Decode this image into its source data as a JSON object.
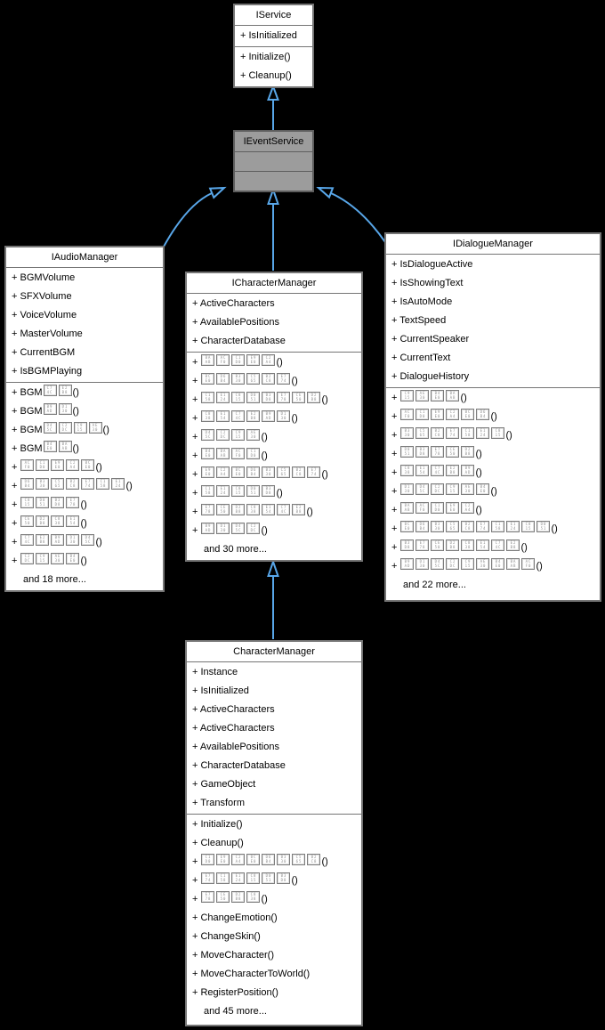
{
  "colors": {
    "background": "#000000",
    "arrow": "#58a6e8",
    "node_fill": "#ffffff",
    "node_border": "#757575",
    "event_service_fill": "#9c9c9c"
  },
  "relations": [
    {
      "from": "IEventService",
      "to": "IService",
      "type": "inheritance"
    },
    {
      "from": "IAudioManager",
      "to": "IEventService",
      "type": "inheritance"
    },
    {
      "from": "ICharacterManager",
      "to": "IEventService",
      "type": "inheritance"
    },
    {
      "from": "IDialogueManager",
      "to": "IEventService",
      "type": "inheritance"
    },
    {
      "from": "CharacterManager",
      "to": "ICharacterManager",
      "type": "inheritance"
    }
  ],
  "glyph_hex": [
    "C74C",
    "E2B8",
    "B9AD",
    "D130",
    "D45C",
    "C2DC",
    "C915",
    "AE30",
    "B4E0",
    "BAAB",
    "ACF0",
    "C1D0",
    "E9E0",
    "C2A4",
    "BCE0",
    "D6B4",
    "B330",
    "C565",
    "B2C8",
    "E774",
    "C158",
    "E124",
    "C815",
    "D051",
    "B3D8",
    "E778",
    "CE50",
    "D2B8",
    "C838",
    "E154"
  ],
  "classes": {
    "iservice": {
      "title": "IService",
      "attributes": [
        "+ IsInitialized"
      ],
      "methods": [
        "+ Initialize()",
        "+ Cleanup()"
      ]
    },
    "ieventservice": {
      "title": "IEventService"
    },
    "iaudiomanager": {
      "title": "IAudioManager",
      "attributes": [
        "+ BGMVolume",
        "+ SFXVolume",
        "+ VoiceVolume",
        "+ MasterVolume",
        "+ CurrentBGM",
        "+ IsBGMPlaying"
      ],
      "methods": [
        {
          "pre": "+ BGM",
          "boxes": 2,
          "post": "()"
        },
        {
          "pre": "+ BGM",
          "boxes": 2,
          "post": "()"
        },
        {
          "pre": "+ BGM",
          "boxes": 4,
          "post": "()"
        },
        {
          "pre": "+ BGM",
          "boxes": 2,
          "post": "()"
        },
        {
          "pre": "+ ",
          "boxes": 5,
          "post": "()"
        },
        {
          "pre": "+ ",
          "boxes": 7,
          "post": "()"
        },
        {
          "pre": "+ ",
          "boxes": 4,
          "post": "()"
        },
        {
          "pre": "+ ",
          "boxes": 4,
          "post": "()"
        },
        {
          "pre": "+ ",
          "boxes": 5,
          "post": "()"
        },
        {
          "pre": "+ ",
          "boxes": 4,
          "post": "()"
        },
        "and 18 more..."
      ]
    },
    "icharactermanager": {
      "title": "ICharacterManager",
      "attributes": [
        "+ ActiveCharacters",
        "+ AvailablePositions",
        "+ CharacterDatabase"
      ],
      "methods": [
        {
          "pre": "+ ",
          "boxes": 5,
          "post": "()"
        },
        {
          "pre": "+ ",
          "boxes": 6,
          "post": "()"
        },
        {
          "pre": "+ ",
          "boxes": 8,
          "post": "()"
        },
        {
          "pre": "+ ",
          "boxes": 6,
          "post": "()"
        },
        {
          "pre": "+ ",
          "boxes": 4,
          "post": "()"
        },
        {
          "pre": "+ ",
          "boxes": 4,
          "post": "()"
        },
        {
          "pre": "+ ",
          "boxes": 8,
          "post": "()"
        },
        {
          "pre": "+ ",
          "boxes": 5,
          "post": "()"
        },
        {
          "pre": "+ ",
          "boxes": 7,
          "post": "()"
        },
        {
          "pre": "+ ",
          "boxes": 4,
          "post": "()"
        },
        "and 30 more..."
      ]
    },
    "idialoguemanager": {
      "title": "IDialogueManager",
      "attributes": [
        "+ IsDialogueActive",
        "+ IsShowingText",
        "+ IsAutoMode",
        "+ TextSpeed",
        "+ CurrentSpeaker",
        "+ CurrentText",
        "+ DialogueHistory"
      ],
      "methods": [
        {
          "pre": "+ ",
          "boxes": 4,
          "post": "()"
        },
        {
          "pre": "+ ",
          "boxes": 6,
          "post": "()"
        },
        {
          "pre": "+ ",
          "boxes": 7,
          "post": "()"
        },
        {
          "pre": "+ ",
          "boxes": 5,
          "post": "()"
        },
        {
          "pre": "+ ",
          "boxes": 5,
          "post": "()"
        },
        {
          "pre": "+ ",
          "boxes": 6,
          "post": "()"
        },
        {
          "pre": "+ ",
          "boxes": 5,
          "post": "()"
        },
        {
          "pre": "+ ",
          "boxes": 10,
          "post": "()"
        },
        {
          "pre": "+ ",
          "boxes": 8,
          "post": "()"
        },
        {
          "pre": "+ ",
          "boxes": 9,
          "post": "()"
        },
        "and 22 more..."
      ]
    },
    "charactermanager": {
      "title": "CharacterManager",
      "attributes": [
        "+ Instance",
        "+ IsInitialized",
        "+ ActiveCharacters",
        "+ ActiveCharacters",
        "+ AvailablePositions",
        "+ CharacterDatabase",
        "+ GameObject",
        "+ Transform"
      ],
      "methods": [
        "+ Initialize()",
        "+ Cleanup()",
        {
          "pre": "+ ",
          "boxes": 8,
          "post": "()"
        },
        {
          "pre": "+ ",
          "boxes": 6,
          "post": "()"
        },
        {
          "pre": "+ ",
          "boxes": 4,
          "post": "()"
        },
        "+ ChangeEmotion()",
        "+ ChangeSkin()",
        "+ MoveCharacter()",
        "+ MoveCharacterToWorld()",
        "+ RegisterPosition()",
        "and 45 more..."
      ]
    }
  }
}
